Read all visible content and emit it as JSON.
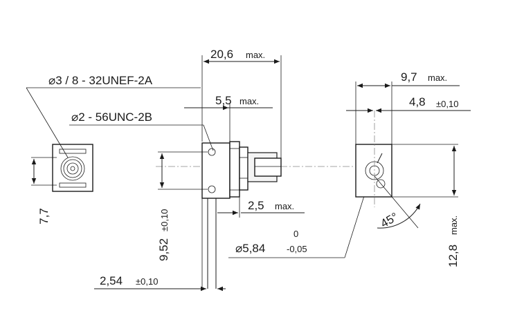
{
  "labels": {
    "width_max": "20,6",
    "width_max_unit": "max.",
    "thread_outer": "⌀3 / 8 - 32UNEF-2A",
    "flange_max": "5,5",
    "flange_max_unit": "max.",
    "thread_mount": "⌀2 - 56UNC-2B",
    "front_height": "7,7",
    "pin_spacing": "9,52",
    "pin_spacing_tol": "±0,10",
    "pin_depth": "2,5",
    "pin_depth_unit": "max.",
    "bore_diameter": "⌀5,84",
    "bore_tol_upper": "0",
    "bore_tol_lower": "-0,05",
    "pitch": "2,54",
    "pitch_tol": "±0,10",
    "side_width": "9,7",
    "side_width_unit": "max.",
    "side_offset": "4,8",
    "side_offset_tol": "±0,10",
    "angle": "45°",
    "side_height": "12,8",
    "side_height_unit": "max."
  }
}
